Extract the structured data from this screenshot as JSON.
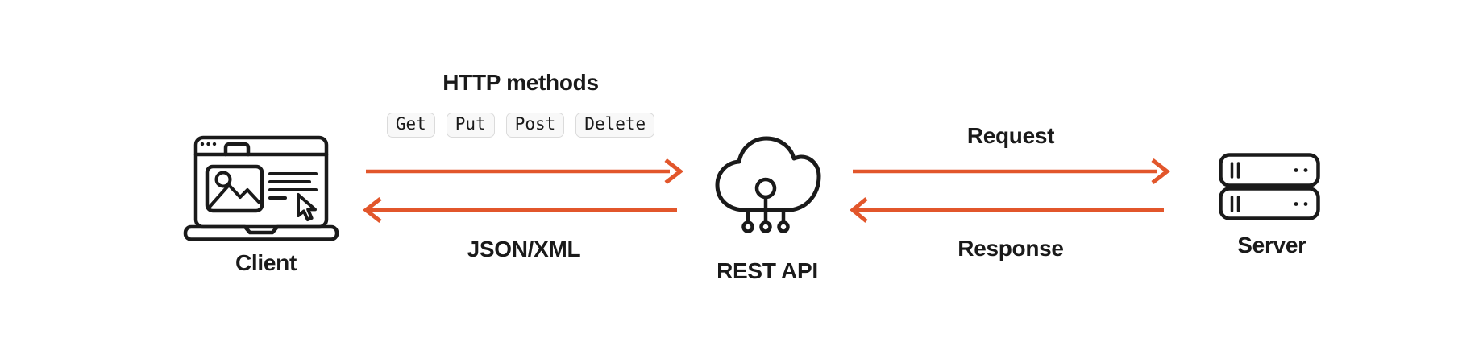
{
  "colors": {
    "accent": "#E2562B",
    "ink": "#1A1A1A",
    "badge_bg": "#F8F8F8",
    "badge_border": "#DBDBDB"
  },
  "nodes": {
    "client": {
      "label": "Client"
    },
    "rest_api": {
      "label": "REST API"
    },
    "server": {
      "label": "Server"
    }
  },
  "client_api_link": {
    "title": "HTTP methods",
    "badges": [
      "Get",
      "Put",
      "Post",
      "Delete"
    ],
    "payload_label": "JSON/XML"
  },
  "api_server_link": {
    "forward_label": "Request",
    "back_label": "Response"
  },
  "icons": {
    "client": "browser-laptop-icon",
    "rest_api": "cloud-network-icon",
    "server": "server-stack-icon",
    "forward": "right-arrow-icon",
    "back": "left-arrow-icon"
  }
}
